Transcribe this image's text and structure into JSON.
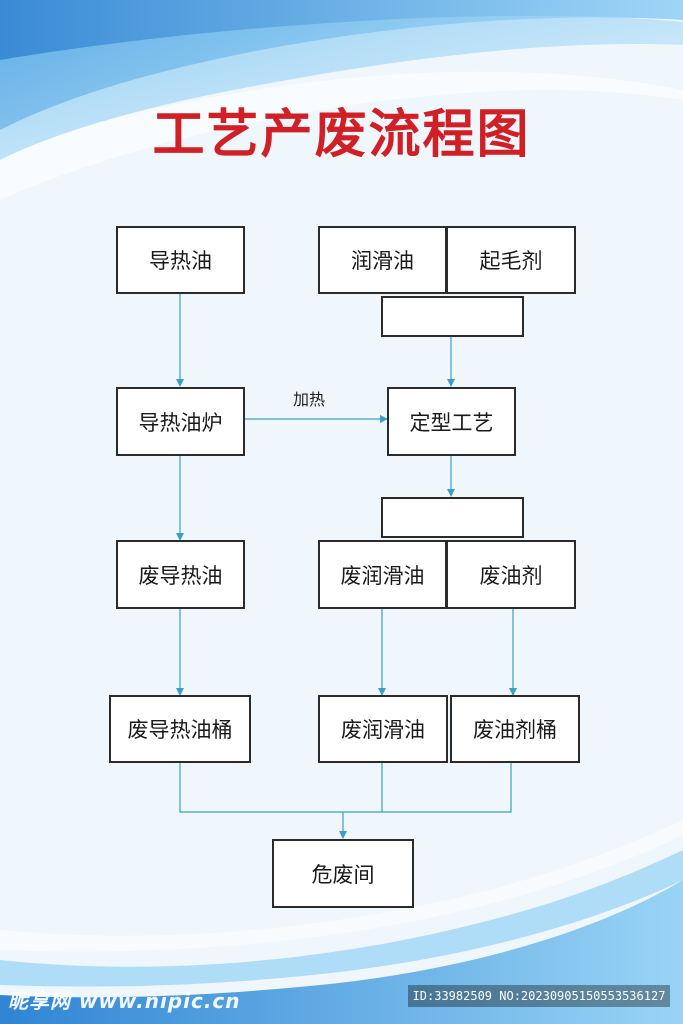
{
  "title": "工艺产废流程图",
  "nodes": {
    "heat_oil": "导热油",
    "lube_oil": "润滑油",
    "fluffing_agent": "起毛剂",
    "blank_top": "",
    "heat_oil_furnace": "导热油炉",
    "setting_process": "定型工艺",
    "blank_mid": "",
    "waste_heat_oil": "废导热油",
    "waste_lube_oil": "废润滑油",
    "waste_oil_agent": "废油剂",
    "waste_heat_oil_drum": "废导热油桶",
    "waste_lube_oil_2": "废润滑油",
    "waste_oil_agent_drum": "废油剂桶",
    "hazardous_waste_room": "危废间"
  },
  "edge_label": "加热",
  "watermark": {
    "site": "昵享网 www.nipic.cn",
    "id": "ID:33982509 NO:20230905150553536127"
  },
  "colors": {
    "title": "#d01f25",
    "arrow": "#3a9fc4",
    "box_border": "#2b2b2b",
    "wave": "#1e7fd0"
  }
}
